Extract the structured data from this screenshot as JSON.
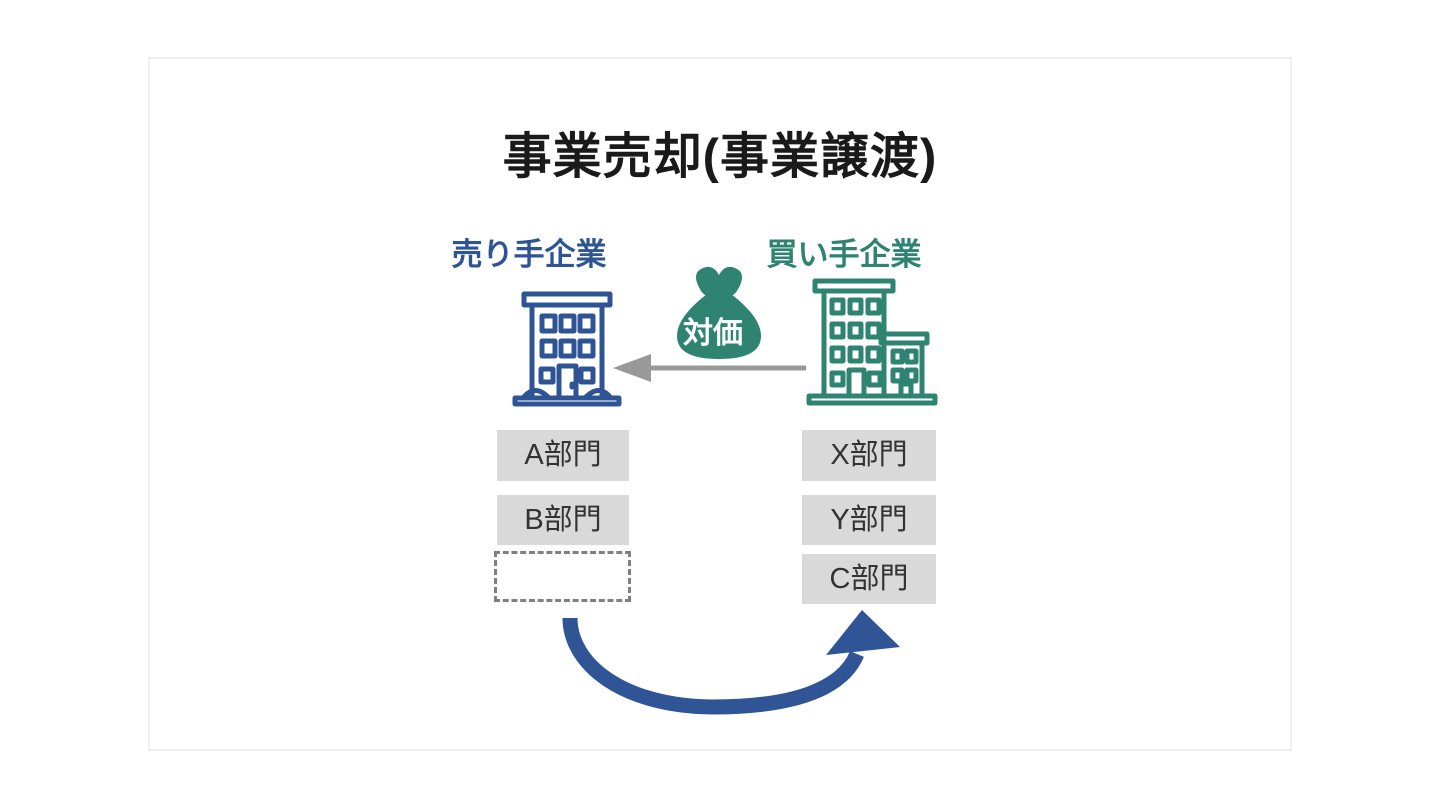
{
  "slide": {
    "title": "事業売却(事業譲渡)",
    "seller": {
      "label": "売り手企業",
      "departments": [
        "A部門",
        "B部門"
      ]
    },
    "buyer": {
      "label": "買い手企業",
      "departments": [
        "X部門",
        "Y部門",
        "C部門"
      ]
    },
    "consideration_label": "対価",
    "colors": {
      "seller_blue": "#2F5496",
      "buyer_teal": "#2E8371",
      "transfer_arrow_blue": "#2F5597",
      "payment_arrow_gray": "#999999",
      "dept_box_fill": "#D9D9D9",
      "dept_box_text": "#333333",
      "dashed_slot_border": "#808080",
      "title_text": "#1A1A1A",
      "slide_border": "#EFEFEF"
    }
  }
}
